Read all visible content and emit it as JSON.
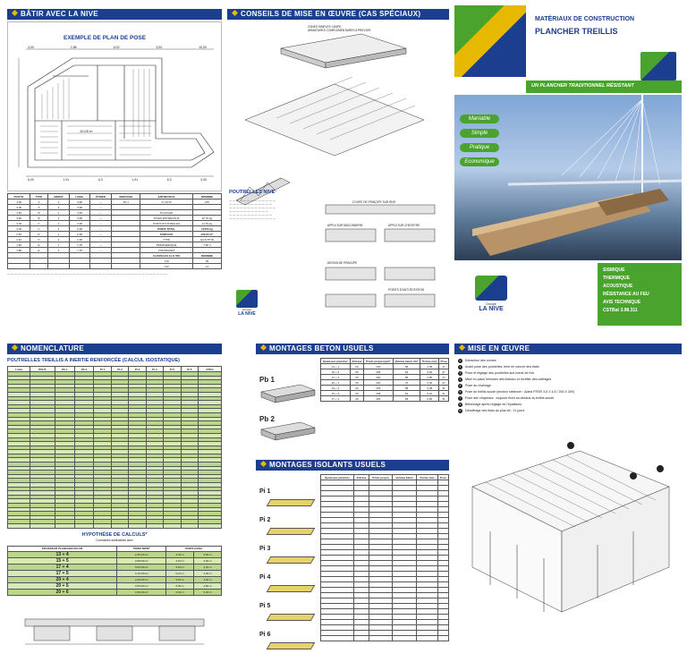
{
  "headers": {
    "batir": "BÂTIR AVEC LA NIVE",
    "conseils": "CONSEILS DE MISE EN ŒUVRE (CAS SPÉCIAUX)",
    "nomenclature": "NOMENCLATURE",
    "beton": "MONTAGES BETON USUELS",
    "isolants": "MONTAGES ISOLANTS USUELS",
    "mise": "MISE EN ŒUVRE"
  },
  "plan": {
    "title": "EXEMPLE DE PLAN DE POSE",
    "dims_top": [
      "4,00",
      "2,88",
      "6,00",
      "3,00",
      "10,00"
    ],
    "dims_bottom": [
      "6,00",
      "1,91",
      "6,3",
      "1,91",
      "6,3",
      "3,00"
    ],
    "center_label": "10,00 m"
  },
  "logo": {
    "group": "Groupe",
    "brand": "LA NIVE"
  },
  "brochure": {
    "title1": "MATÉRIAUX DE CONSTRUCTION",
    "title2": "PLANCHER TREILLIS",
    "tagline": "UN PLANCHER TRADITIONNEL RÉSISTANT",
    "features": [
      "Maniable",
      "Simple",
      "Pratique",
      "Economique"
    ],
    "specs": [
      "SISMIQUE",
      "THERMIQUE",
      "ACOUSTIQUE",
      "RÉSISTANCE AU FEU",
      "AVIS TECHNIQUE",
      "CSTBat 3.98.311"
    ]
  },
  "conseils": {
    "poutrelles_title": "POUTRELLES NIVE",
    "labels": [
      "ZONES SIMPLES CHAPE",
      "ARMATURES COMPLEMENTAIRES A PREVOIR",
      "APPUI SUR MACONNERIE",
      "APPUI SUR CHEVETRE",
      "COUPE DE PRINCIPE SUR RIVE",
      "DESSIN DE PRINCIPE",
      "POINTS D'ANTI-ROTATION"
    ]
  },
  "nomenclature": {
    "title": "POUTRELLES TREILLIS A INERTIE RENFORCÉE (CALCUL ISOSTATIQUE)",
    "hypothese": "HYPOTHÈSE DE CALCULS*",
    "exigences_label": "Contraintes admissibles acier",
    "col_heads": [
      "Lmax",
      "POUT.",
      "Pb 1",
      "Pb 2",
      "Pi 1",
      "Pi 2",
      "Pi 3",
      "Pi 4",
      "Pi 5",
      "Pi 6",
      "ETAG"
    ],
    "weight_heads": [
      "ÉPAISSEUR PLANCHER EN CM",
      "POIDS M2/M²",
      "POIDS (FIXE)"
    ],
    "weights": [
      {
        "e": "13 + 4",
        "p": "2,45 kN/m²",
        "a": "4,30 m",
        "b": "3,80 m"
      },
      {
        "e": "15 + 5",
        "p": "2,80 kN/m²",
        "a": "4,60 m",
        "b": "3,90 m"
      },
      {
        "e": "17 + 4",
        "p": "3,00 kN/m²",
        "a": "5,00 m",
        "b": "4,20 m"
      },
      {
        "e": "17 + 5",
        "p": "3,10 kN/m²",
        "a": "5,20 m",
        "b": "4,30 m"
      },
      {
        "e": "20 + 4",
        "p": "3,40 kN/m²",
        "a": "5,60 m",
        "b": "4,60 m"
      },
      {
        "e": "20 + 5",
        "p": "3,50 kN/m²",
        "a": "5,80 m",
        "b": "4,80 m"
      },
      {
        "e": "20 + 6",
        "p": "3,60 kN/m²",
        "a": "6,00 m",
        "b": "5,00 m"
      }
    ]
  },
  "beton": {
    "pb1": "Pb 1",
    "pb2": "Pb 2",
    "col_heads": [
      "Épaisseur plancher",
      "Entraxe",
      "Poids propre kg/m²",
      "Volume béton l/m²",
      "Portée max",
      "Pose"
    ],
    "pb1_rows": [
      [
        "13 + 4",
        "60",
        "245",
        "58",
        "4,05",
        "47"
      ],
      [
        "15 + 5",
        "60",
        "298",
        "64",
        "4,60",
        "47"
      ],
      [
        "17 + 4",
        "60",
        "300",
        "68",
        "4,85",
        "47"
      ],
      [
        "20 + 4",
        "60",
        "340",
        "75",
        "5,40",
        "47"
      ]
    ],
    "pb2_rows": [
      [
        "13 + 4",
        "60",
        "245",
        "58",
        "4,48",
        "31"
      ],
      [
        "15 + 5",
        "60",
        "298",
        "64",
        "5,10",
        "31"
      ],
      [
        "17 + 4",
        "60",
        "300",
        "68",
        "5,80",
        "31"
      ]
    ]
  },
  "isolants": {
    "rows": [
      "Pi 1",
      "Pi 2",
      "Pi 3",
      "Pi 4",
      "Pi 5",
      "Pi 6"
    ],
    "col_heads": [
      "Épaisseur plancher",
      "Entraxe",
      "Poids propre",
      "Volume béton",
      "Portée max",
      "Pose"
    ]
  },
  "mise": {
    "steps": [
      "Extraction des cornes",
      "Avant pose des poutrelles, tenir en oeuvre des étais",
      "Pose et réglage des poutrelles aux bords de rive",
      "Mise en place hérissée des linteaux et rectifier des coffrages",
      "Pose du chaînage",
      "Pose du treillis soudé (section minimum : Adets FRSR 4,5 X 4,5 / 200 X 300)",
      "Pose des chapeaux : toujours fixés au-dessus du treillis soudé",
      "Bétonnage après réglage de l'épaisseur",
      "Décoffrage des étais au plus tôt : 21 jours"
    ]
  },
  "colors": {
    "navy": "#1b3e8f",
    "green": "#4aa32d",
    "yellow": "#e6b800",
    "light_green": "#d8e9b8"
  }
}
